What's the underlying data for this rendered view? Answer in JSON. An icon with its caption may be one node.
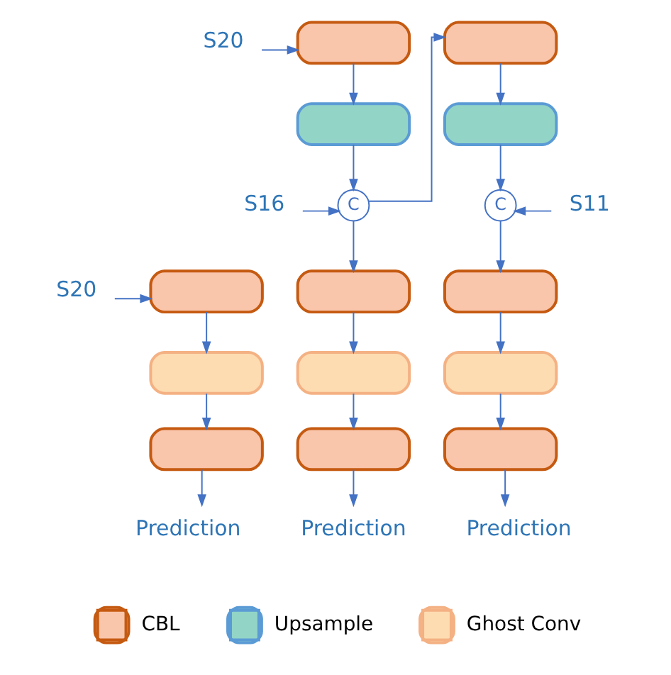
{
  "diagram": {
    "nodes": [
      {
        "text": [
          "S20"
        ]
      },
      {
        "text": [],
        "shape": "box"
      },
      {
        "text": [],
        "shape": "box"
      },
      {
        "text": [],
        "shape": "box"
      },
      {
        "text": [],
        "shape": "box"
      },
      {
        "text": [
          "S16"
        ]
      },
      {
        "text": [
          "C"
        ]
      },
      {
        "text": [
          "C"
        ]
      },
      {
        "text": [
          "S11"
        ]
      },
      {
        "text": [
          "S20"
        ]
      },
      {
        "text": [],
        "shape": "box"
      },
      {
        "text": [],
        "shape": "box"
      },
      {
        "text": [],
        "shape": "box"
      },
      {
        "text": [],
        "shape": "box"
      },
      {
        "text": [],
        "shape": "box"
      },
      {
        "text": [],
        "shape": "box"
      },
      {
        "text": [],
        "shape": "box"
      },
      {
        "text": [],
        "shape": "box"
      },
      {
        "text": [],
        "shape": "box"
      },
      {
        "text": [
          "Prediction"
        ]
      },
      {
        "text": [
          "Prediction"
        ]
      },
      {
        "text": [
          "Prediction"
        ]
      }
    ],
    "edges": [
      {
        "from": 0,
        "to": 1,
        "arrow": "to"
      },
      {
        "from": 1,
        "to": 3,
        "arrow": "to"
      },
      {
        "from": 2,
        "to": 4,
        "arrow": "to"
      },
      {
        "from": 3,
        "to": 6,
        "arrow": "to"
      },
      {
        "from": 4,
        "to": 7,
        "arrow": "to"
      },
      {
        "from": 5,
        "to": 6,
        "arrow": "to"
      },
      {
        "from": 6,
        "to": 2,
        "arrow": "to"
      },
      {
        "from": 8,
        "to": 7,
        "arrow": "to"
      },
      {
        "from": 6,
        "to": 11,
        "arrow": "to"
      },
      {
        "from": 7,
        "to": 12,
        "arrow": "to"
      },
      {
        "from": 9,
        "to": 10,
        "arrow": "to"
      },
      {
        "from": 10,
        "to": 13,
        "arrow": "to"
      },
      {
        "from": 11,
        "to": 14,
        "arrow": "to"
      },
      {
        "from": 12,
        "to": 15,
        "arrow": "to"
      },
      {
        "from": 13,
        "to": 16,
        "arrow": "to"
      },
      {
        "from": 14,
        "to": 17,
        "arrow": "to"
      },
      {
        "from": 15,
        "to": 18,
        "arrow": "to"
      },
      {
        "from": 16,
        "to": 19,
        "arrow": "to"
      },
      {
        "from": 17,
        "to": 20,
        "arrow": "to"
      },
      {
        "from": 18,
        "to": 21,
        "arrow": "to"
      }
    ],
    "legend": [
      {
        "text": "CBL",
        "color": "#f9c5ab"
      },
      {
        "text": "Upsample",
        "color": "#92d5c7"
      },
      {
        "text": "Ghost Conv",
        "color": "#fddcb1"
      }
    ]
  }
}
